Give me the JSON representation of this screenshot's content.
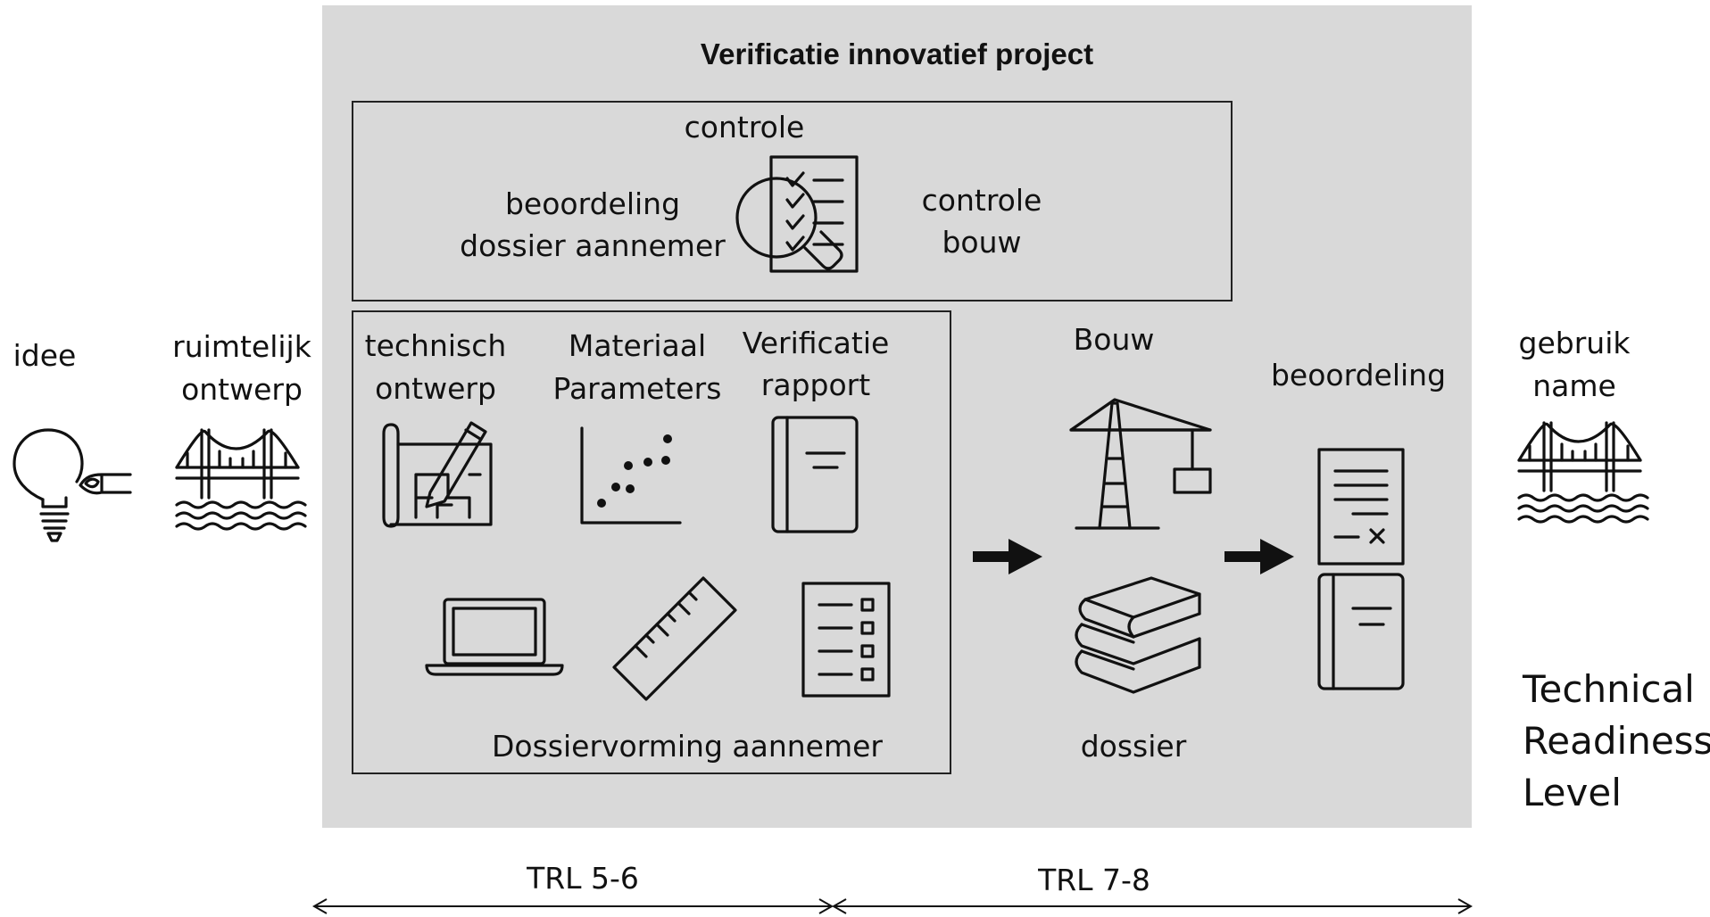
{
  "diagram": {
    "title": "Verificatie innovatief project",
    "left": {
      "idee": "idee",
      "ruimtelijk_line1": "ruimtelijk",
      "ruimtelijk_line2": "ontwerp"
    },
    "controle_box": {
      "title": "controle",
      "beoordeling_line1": "beoordeling",
      "beoordeling_line2": "dossier aannemer",
      "controle_bouw_line1": "controle",
      "controle_bouw_line2": "bouw"
    },
    "dossier_box": {
      "technisch_line1": "technisch",
      "technisch_line2": "ontwerp",
      "materiaal_line1": "Materiaal",
      "materiaal_line2": "Parameters",
      "verificatie_line1": "Verificatie",
      "verificatie_line2": "rapport",
      "caption": "Dossiervorming aannemer"
    },
    "bouw": "Bouw",
    "dossier": "dossier",
    "beoordeling": "beoordeling",
    "gebruik_line1": "gebruik",
    "gebruik_line2": "name",
    "trl_title_line1": "Technical",
    "trl_title_line2": "Readiness",
    "trl_title_line3": "Level",
    "trl_left": "TRL 5-6",
    "trl_right": "TRL 7-8"
  },
  "colors": {
    "panel": "#d9d9d9",
    "stroke": "#111111"
  },
  "icons": [
    "lightbulb-hand-icon",
    "bridge-icon",
    "clipboard-magnifier-icon",
    "blueprint-pencil-icon",
    "scatter-plot-icon",
    "book-icon",
    "laptop-icon",
    "ruler-icon",
    "checklist-icon",
    "crane-icon",
    "books-stack-icon",
    "document-signed-icon",
    "arrow-right-icon"
  ]
}
